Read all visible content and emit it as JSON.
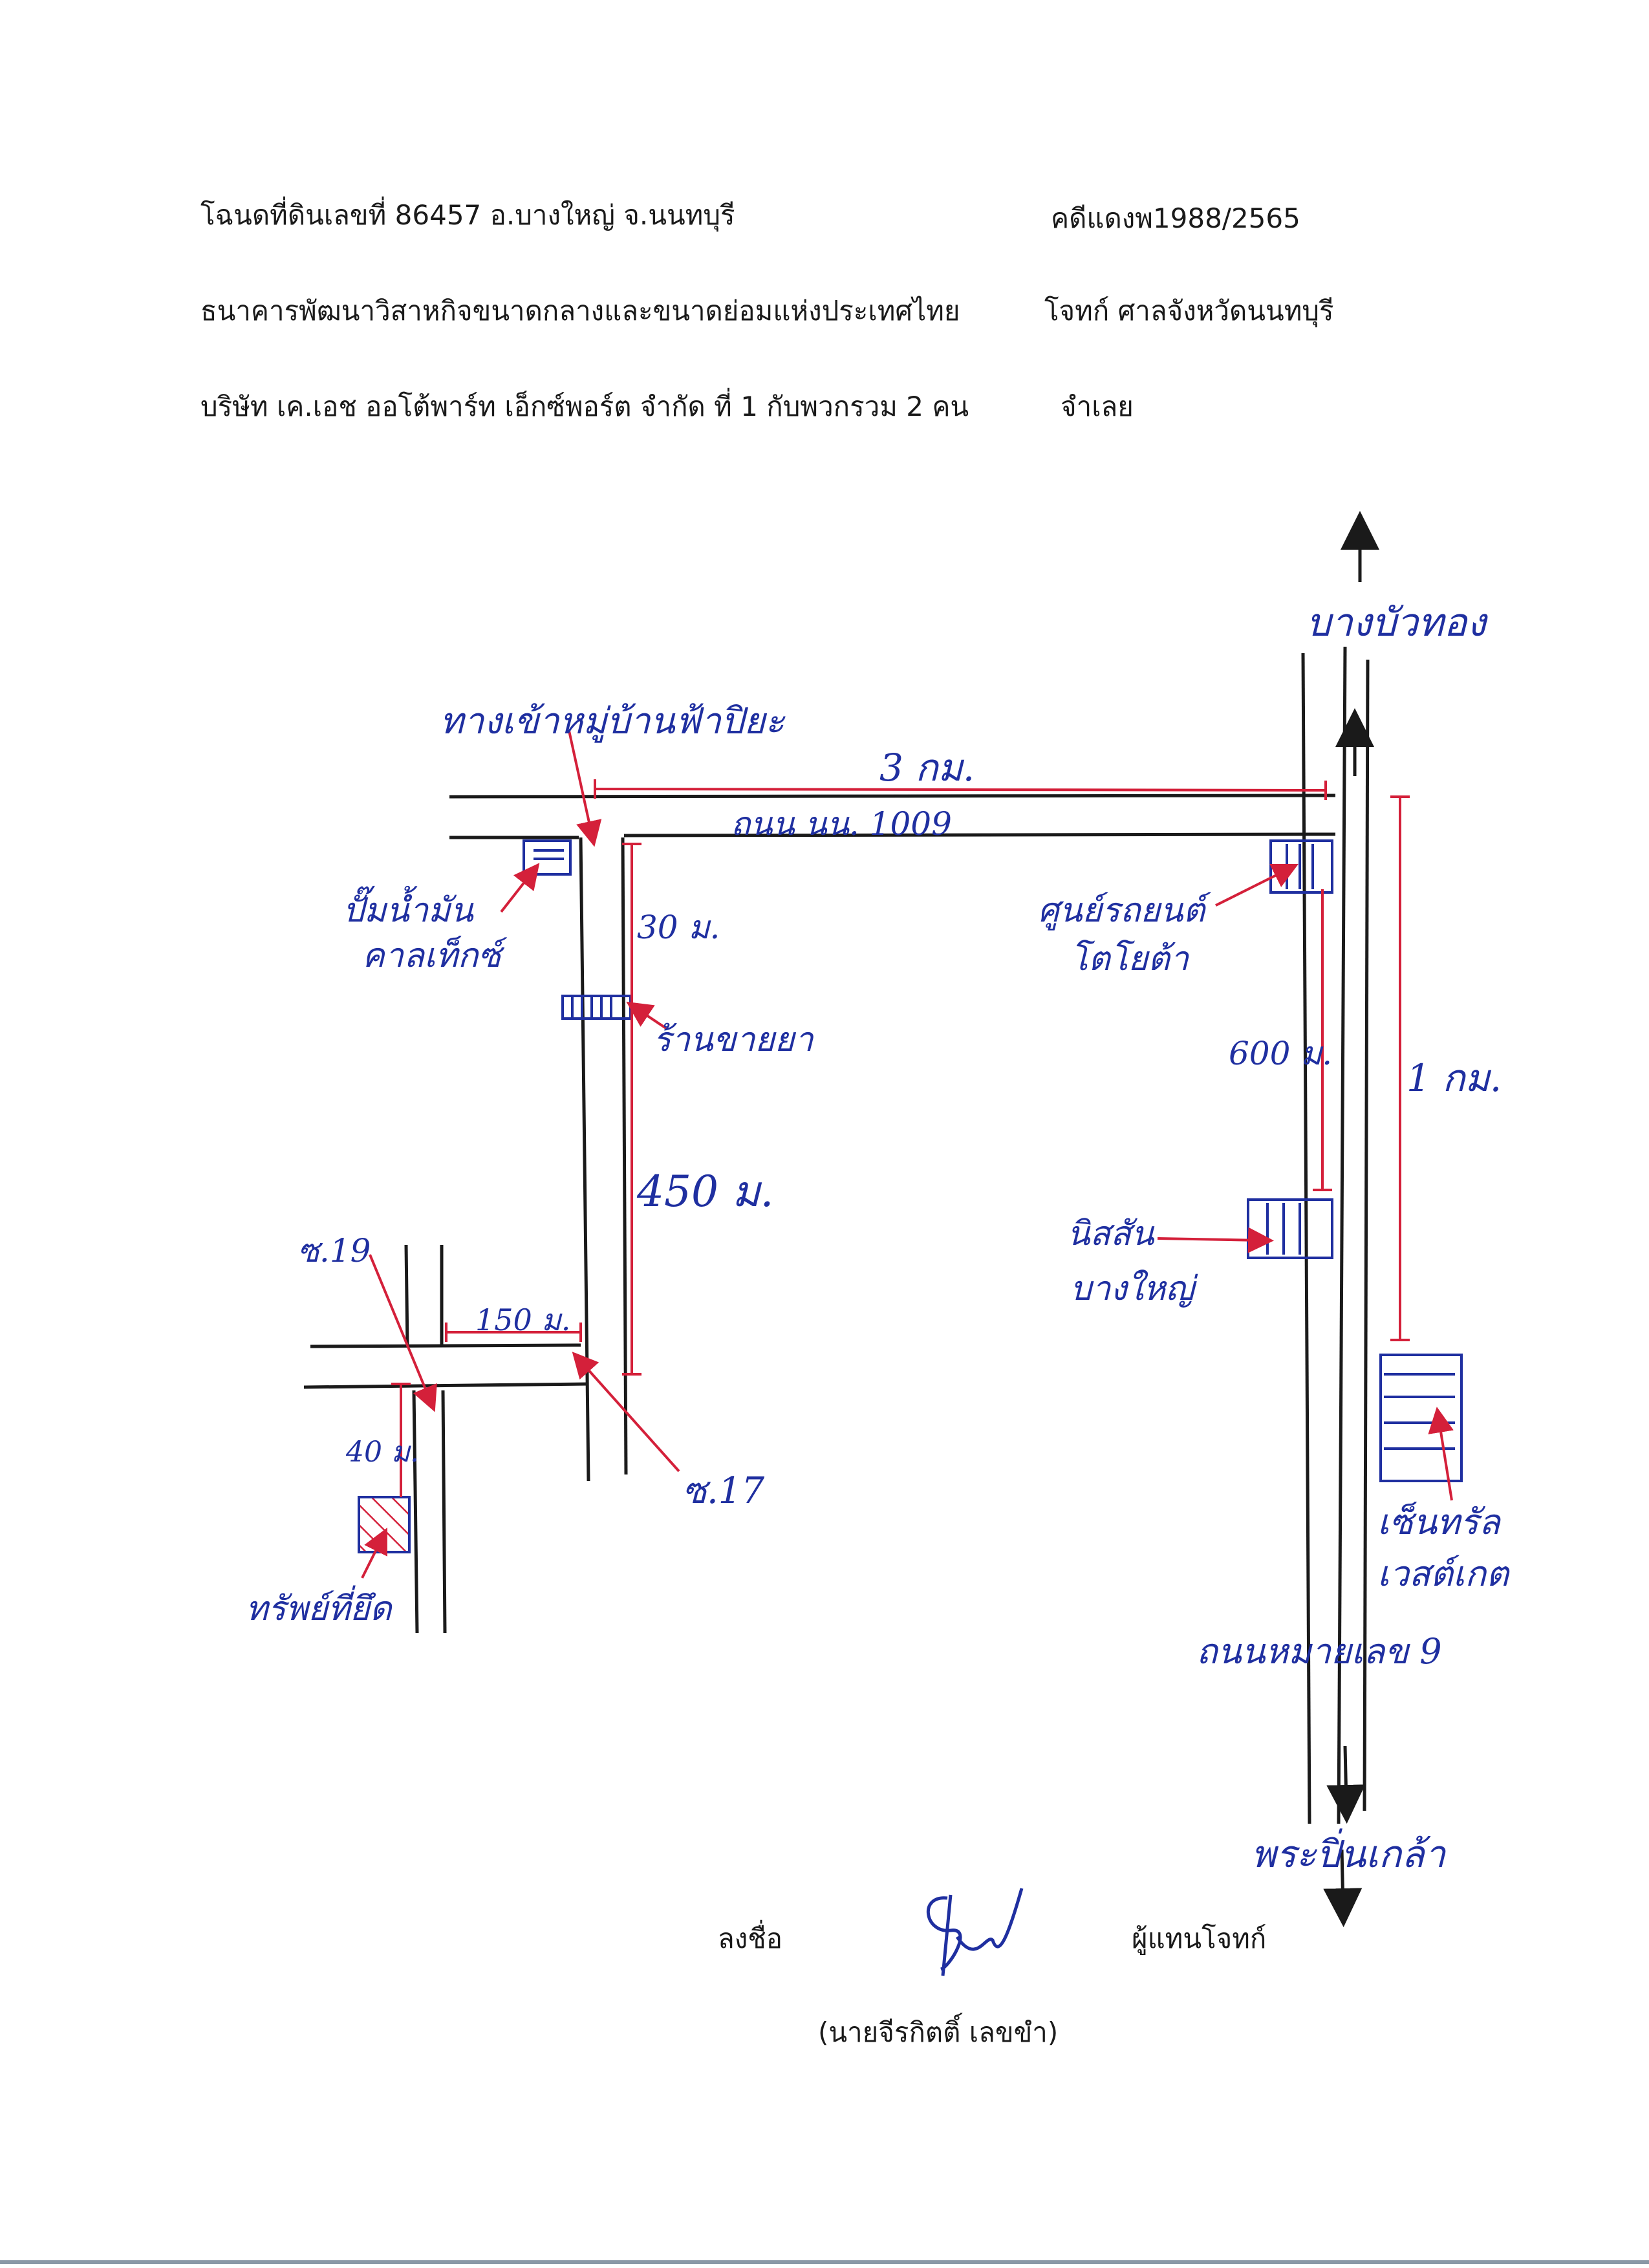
{
  "header": {
    "deed": "โฉนดที่ดินเลขที่ 86457   อ.บางใหญ่   จ.นนทบุรี",
    "case": "คดีแดงพ1988/2565",
    "bank": "ธนาคารพัฒนาวิสาหกิจขนาดกลางและขนาดย่อมแห่งประเทศไทย",
    "plaintiff": "โจทก์ ศาลจังหวัดนนทบุรี",
    "company": "บริษัท เค.เอช ออโต้พาร์ท เอ็กซ์พอร์ต จำกัด ที่ 1 กับพวกรวม 2 คน",
    "defendant": "จำเลย"
  },
  "map_labels": {
    "north_dest": "บางบัวทอง",
    "south_dest": "พระปิ่นเกล้า",
    "village_entrance": "ทางเข้าหมู่บ้านฟ้าปิยะ",
    "road_1009": "ถนน นน. 1009",
    "main_road": "ถนนหมายเลข 9",
    "gas_station": "ปั๊มน้ำมัน คาลเท็กซ์",
    "gas_station_line1": "ปั๊มน้ำมัน",
    "gas_station_line2": "คาลเท็กซ์",
    "pharmacy": "ร้านขายยา",
    "toyota_line1": "ศูนย์รถยนต์",
    "toyota_line2": "โตโยต้า",
    "nissan_line1": "นิสสัน",
    "nissan_line2": "บางใหญ่",
    "central_line1": "เซ็นทรัล",
    "central_line2": "เวสต์เกต",
    "soi_19": "ซ.19",
    "soi_17": "ซ.17",
    "property_seized": "ทรัพย์ที่ยึด",
    "dist_3km": "3 กม.",
    "dist_30m": "30 ม.",
    "dist_450m": "450 ม.",
    "dist_150m": "150 ม.",
    "dist_40m": "40 ม.",
    "dist_600m": "600 ม.",
    "dist_1km": "1 กม."
  },
  "footer": {
    "sign_label": "ลงชื่อ",
    "role": "ผู้แทนโจทก์",
    "name": "(นายจีรกิตติ์  เลขขำ)"
  },
  "colors": {
    "ink_black": "#1a1a1a",
    "ink_blue": "#1f2fa0",
    "ink_red": "#d4203a"
  }
}
